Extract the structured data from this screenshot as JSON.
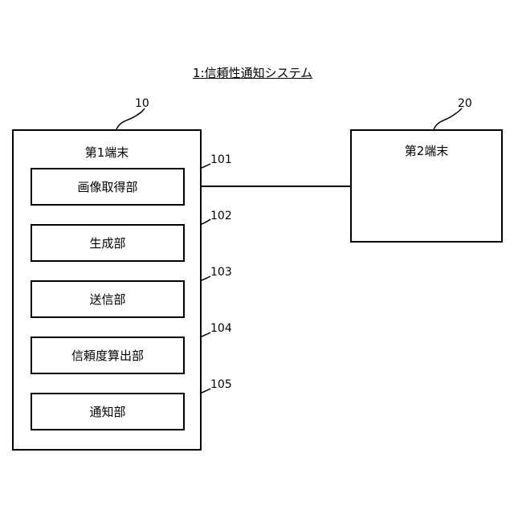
{
  "title": "1:信頼性通知システム",
  "terminal1": {
    "ref": "10",
    "label": "第1端末",
    "units": [
      {
        "ref": "101",
        "label": "画像取得部"
      },
      {
        "ref": "102",
        "label": "生成部"
      },
      {
        "ref": "103",
        "label": "送信部"
      },
      {
        "ref": "104",
        "label": "信頼度算出部"
      },
      {
        "ref": "105",
        "label": "通知部"
      }
    ]
  },
  "terminal2": {
    "ref": "20",
    "label": "第2端末"
  }
}
